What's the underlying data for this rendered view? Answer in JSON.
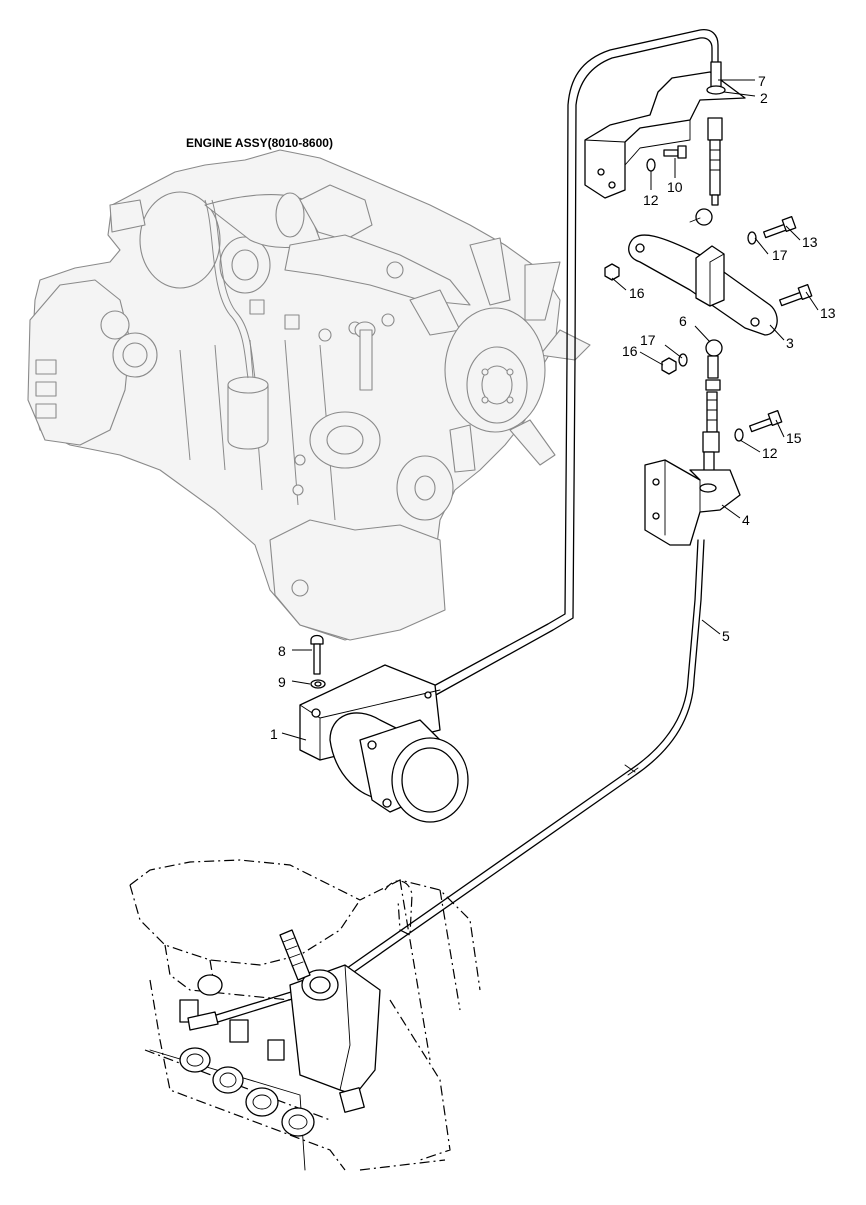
{
  "title": "ENGINE ASSY(8010-8600)",
  "callouts": [
    {
      "id": "c7",
      "label": "7"
    },
    {
      "id": "c2",
      "label": "2"
    },
    {
      "id": "c12a",
      "label": "12"
    },
    {
      "id": "c10",
      "label": "10"
    },
    {
      "id": "c13a",
      "label": "13"
    },
    {
      "id": "c17a",
      "label": "17"
    },
    {
      "id": "c16a",
      "label": "16"
    },
    {
      "id": "c13b",
      "label": "13"
    },
    {
      "id": "c6",
      "label": "6"
    },
    {
      "id": "c3",
      "label": "3"
    },
    {
      "id": "c17b",
      "label": "17"
    },
    {
      "id": "c16b",
      "label": "16"
    },
    {
      "id": "c15",
      "label": "15"
    },
    {
      "id": "c12b",
      "label": "12"
    },
    {
      "id": "c4",
      "label": "4"
    },
    {
      "id": "c5",
      "label": "5"
    },
    {
      "id": "c8",
      "label": "8"
    },
    {
      "id": "c9",
      "label": "9"
    },
    {
      "id": "c1",
      "label": "1"
    }
  ]
}
